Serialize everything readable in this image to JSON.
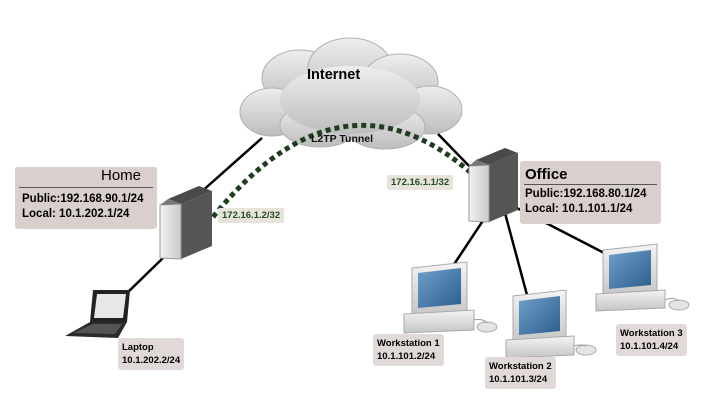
{
  "internet": {
    "label": "Internet"
  },
  "tunnel": {
    "label": "L2TP Tunnel",
    "color": "#1f3d1f"
  },
  "home": {
    "title": "Home",
    "public": "Public:192.168.90.1/24",
    "local": "Local: 10.1.202.1/24",
    "tunnel_ip": "172.16.1.2/32"
  },
  "office": {
    "title": "Office",
    "public": "Public:192.168.80.1/24",
    "local": "Local:  10.1.101.1/24",
    "tunnel_ip": "172.16.1.1/32"
  },
  "laptop": {
    "name": "Laptop",
    "ip": "10.1.202.2/24"
  },
  "workstations": [
    {
      "name": "Workstation 1",
      "ip": "10.1.101.2/24"
    },
    {
      "name": "Workstation 2",
      "ip": "10.1.101.3/24"
    },
    {
      "name": "Workstation 3",
      "ip": "10.1.101.4/24"
    }
  ],
  "colors": {
    "panel": "#d9cfcd",
    "tag": "#e6e4da",
    "cloud": "#cfcfcf",
    "screen": "#3f78a8"
  }
}
